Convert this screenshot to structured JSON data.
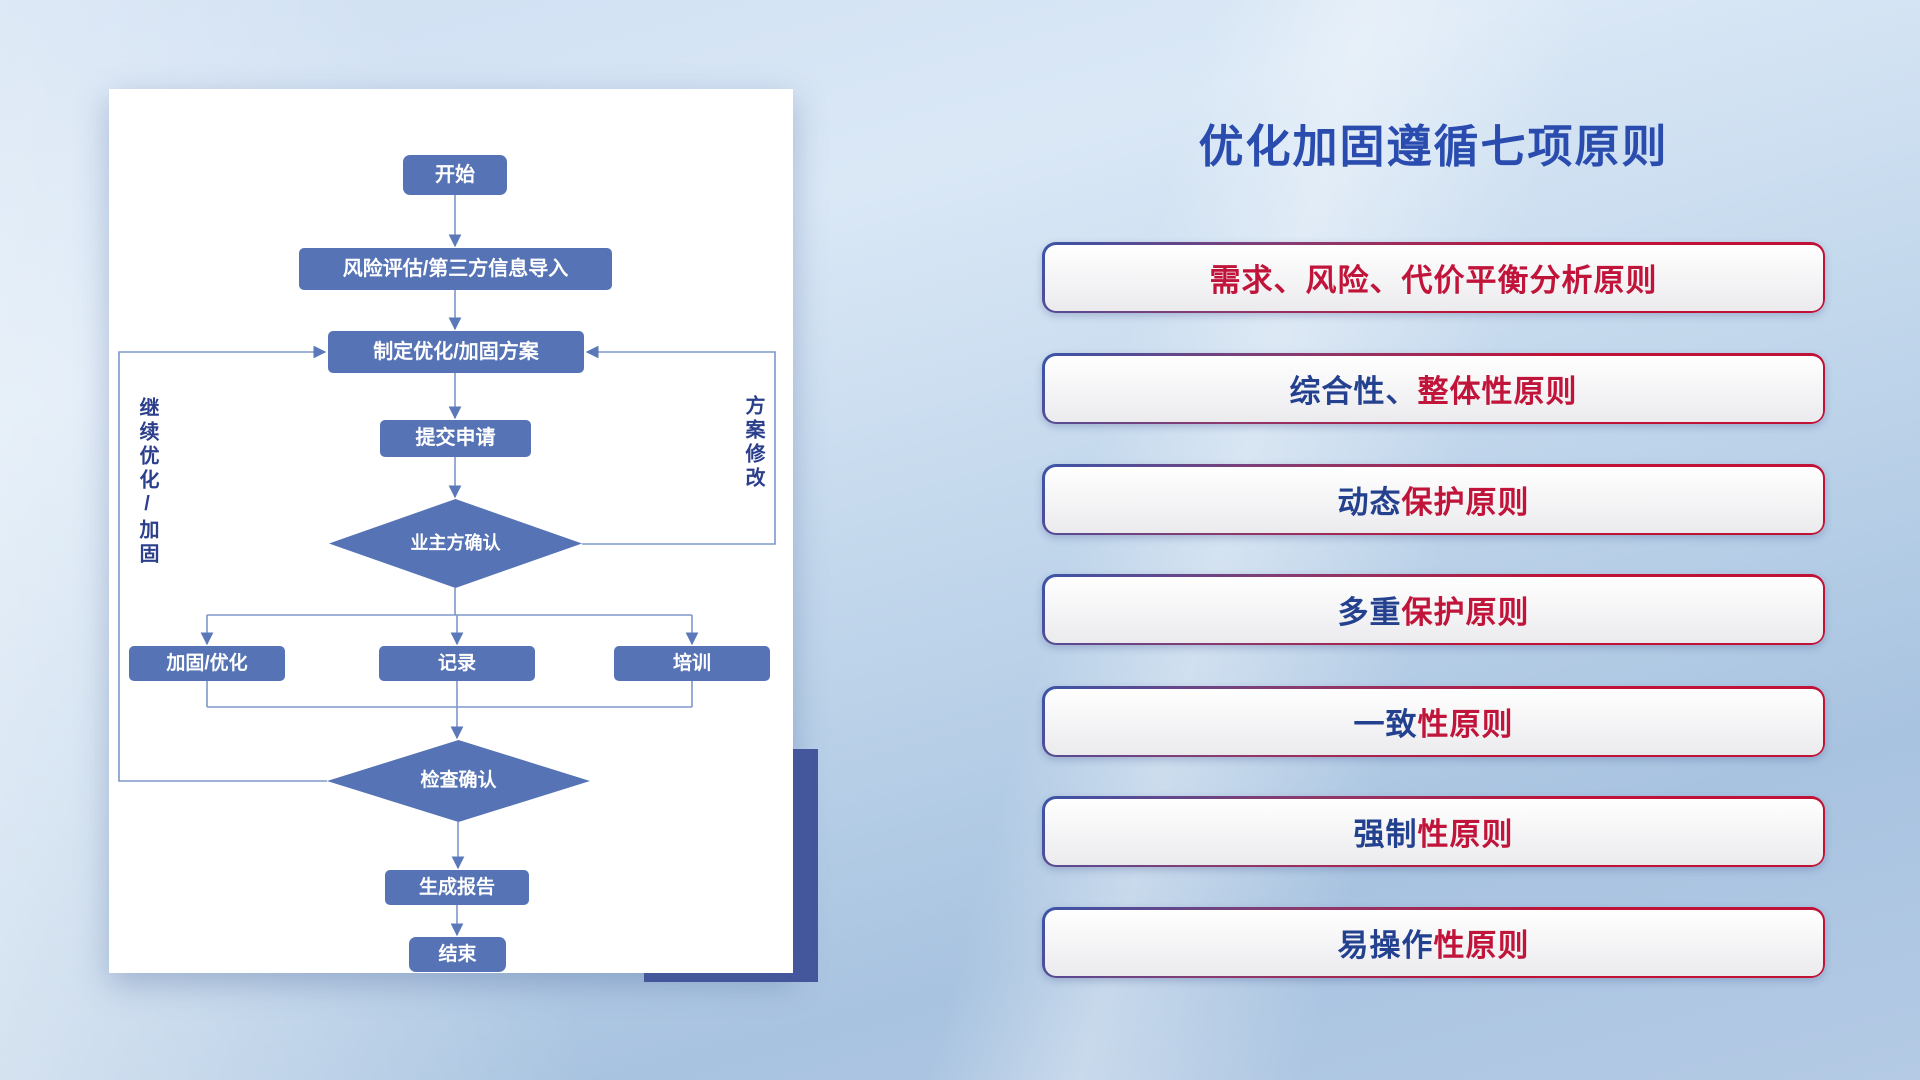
{
  "flowchart": {
    "nodes": {
      "start": "开始",
      "risk_import": "风险评估/第三方信息导入",
      "make_plan": "制定优化/加固方案",
      "submit": "提交申请",
      "owner_confirm": "业主方确认",
      "reinforce": "加固/优化",
      "record": "记录",
      "training": "培训",
      "check_confirm": "检查确认",
      "report": "生成报告",
      "end": "结束"
    },
    "edge_labels": {
      "continue_loop": "继续优化/加固",
      "plan_modify": "方案修改"
    }
  },
  "principles": {
    "title": "优化加固遵循七项原则",
    "items": [
      {
        "blue": "",
        "red": "需求、风险、代价平衡分析原则"
      },
      {
        "blue": "综合性、",
        "red": "整体性原则"
      },
      {
        "blue": "动态",
        "red": "保护原则"
      },
      {
        "blue": "多重",
        "red": "保护原则"
      },
      {
        "blue": "一致",
        "red": "性原则"
      },
      {
        "blue": "强制",
        "red": "性原则"
      },
      {
        "blue": "易操作",
        "red": "性原则"
      }
    ]
  },
  "colors": {
    "title_blue": "#2a4cae",
    "text_blue": "#23418f",
    "text_red": "#c1143a",
    "node_blue": "#5673b5",
    "connector_blue": "#7d98c9",
    "shadow_navy": "#45569d"
  }
}
